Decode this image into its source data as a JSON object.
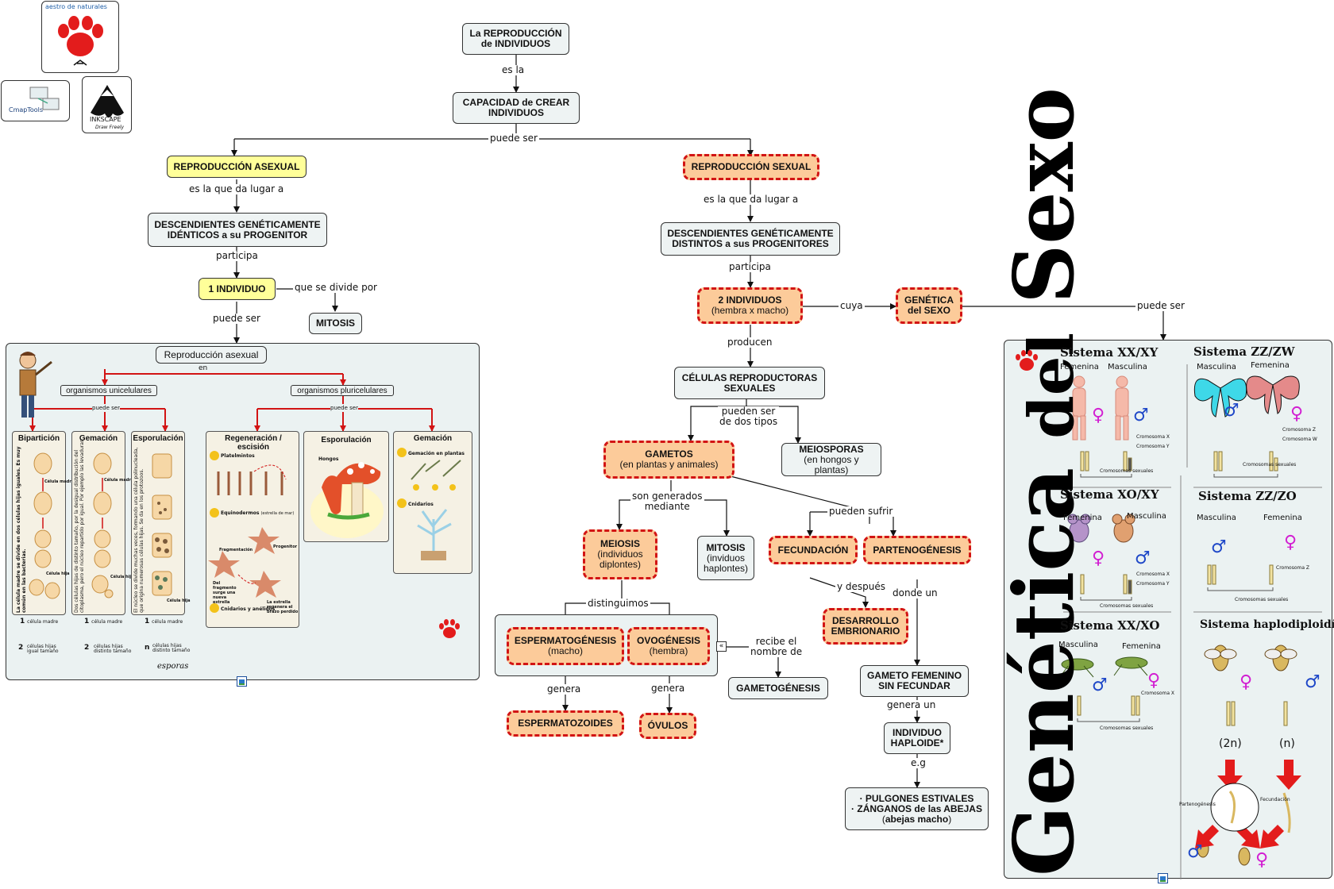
{
  "logos": {
    "maestro": {
      "text": "Maestro de naturales",
      "arc_text": "aestro de naturales"
    },
    "cmap": {
      "text": "CmapTools"
    },
    "inkscape": {
      "text": "INKSCAPE",
      "sub": "Draw Freely"
    }
  },
  "nodes": {
    "reproduccion_individuos": "La REPRODUCCIÓN de INDIVIDUOS",
    "capacidad": "CAPACIDAD de CREAR INDIVIDUOS",
    "asexual": "REPRODUCCIÓN ASEXUAL",
    "sexual": "REPRODUCCIÓN SEXUAL",
    "desc_identicos": "DESCENDIENTES GENÉTICAMENTE IDÉNTICOS a su PROGENITOR",
    "desc_distintos": "DESCENDIENTES GENÉTICAMENTE DISTINTOS a sus PROGENITORES",
    "un_individuo": "1 INDIVIDUO",
    "mitosis_asexual": "MITOSIS",
    "dos_individuos": "2 INDIVIDUOS",
    "dos_individuos_sub": "(hembra x macho)",
    "genetica_sexo": "GENÉTICA del SEXO",
    "celulas": "CÉLULAS REPRODUCTORAS SEXUALES",
    "gametos": "GAMETOS",
    "gametos_sub": "(en plantas y animales)",
    "meiosporas": "MEIOSPORAS",
    "meiosporas_sub": "(en hongos y plantas)",
    "meiosis": "MEIOSIS",
    "meiosis_sub": "(individuos diplontes)",
    "mitosis_sexual": "MITOSIS",
    "mitosis_sexual_sub": "(inviduos haplontes)",
    "fecundacion": "FECUNDACIÓN",
    "partenogenesis": "PARTENOGÉNESIS",
    "espermatogenesis": "ESPERMATOGÉNESIS",
    "espermatogenesis_sub": "(macho)",
    "ovogenesis": "OVOGÉNESIS",
    "ovogenesis_sub": "(hembra)",
    "desarrollo": "DESARROLLO EMBRIONARIO",
    "gameto_femenino": "GAMETO FEMENINO SIN FECUNDAR",
    "gametogenesis": "GAMETOGÉNESIS",
    "espermatozoides": "ESPERMATOZOIDES",
    "ovulos": "ÓVULOS",
    "haploide": "INDIVIDUO HAPLOIDE*",
    "pulgones_1": "· PULGONES ESTIVALES",
    "pulgones_2": "· ZÁNGANOS de las ABEJAS",
    "pulgones_3a": "(",
    "pulgones_3b": "abejas macho",
    "pulgones_3c": ")"
  },
  "links": {
    "es_la": "es la",
    "puede_ser": "puede ser",
    "da_lugar_a1": "es la que da lugar a",
    "da_lugar_a2": "es la que da lugar a",
    "participa1": "participa",
    "participa2": "participa",
    "se_divide": "que se divide por",
    "puede_ser2": "puede ser",
    "cuya": "cuya",
    "puede_ser3": "puede ser",
    "producen": "producen",
    "pueden_ser": "pueden ser\nde dos tipos",
    "generados": "son generados\nmediante",
    "pueden_sufrir": "pueden sufrir",
    "distinguimos": "distinguimos",
    "recibe": "recibe el\nnombre de",
    "genera1": "genera",
    "genera2": "genera",
    "despues": "y después",
    "donde": "donde un",
    "genera_un": "genera un",
    "eg": "e.g"
  },
  "asexual_panel": {
    "title": "Reproducción asexual",
    "en": "en",
    "unicelulares": "organismos unicelulares",
    "pluricelulares": "organismos pluricelulares",
    "puede_ser_a": "puede ser",
    "puede_ser_b": "puede ser",
    "biparticion": {
      "title": "Bipartición",
      "side": "La célula madre se divide en dos células hijas iguales. Es muy común en las bacterias.",
      "madre": "Célula madre",
      "hija": "Célula hija",
      "c1": "1",
      "c1t": "célula madre",
      "c2": "2",
      "c2t": "células hijas igual tamaño"
    },
    "gemacion": {
      "title": "Gemación",
      "side": "Dos células hijas de distinto tamaño, por la desigual distribución del citoplasma, pero el núcleo repartido por igual. Por ejemplo las levaduras",
      "madre": "Célula madre",
      "hija": "Célula hija",
      "c1": "1",
      "c1t": "célula madre",
      "c2": "2",
      "c2t": "células hijas distinto tamaño"
    },
    "esporulacion_u": {
      "title": "Esporulación",
      "side": "El núcleo se divide muchas veces, formando una célula polinucleada, que origina numerosas células hijas. Se da en los protozoos.",
      "hija": "Célula hija",
      "c1": "1",
      "c1t": "célula madre",
      "c2": "n",
      "c2t": "células hijas distinto tamaño",
      "esporas": "esporas"
    },
    "regeneracion": {
      "title": "Regeneración / escisión",
      "p1": "Platelmintos",
      "p2": "Equinodermos",
      "p2b": "(estrella de mar)",
      "frag": "Fragmentación",
      "prog": "Progenitor",
      "del": "Del fragmento surge una nueva estrella",
      "reg": "La estrella regenera el brazo perdido",
      "p3": "Cnidarios y anélidos"
    },
    "esporulacion_p": {
      "title": "Esporulación",
      "hongos": "Hongos"
    },
    "gemacion_p": {
      "title": "Gemación",
      "plantas": "Gemación en plantas",
      "cnidarios": "Cnidarios"
    }
  },
  "genetics_panel": {
    "big_title_1": "Genética",
    "big_title_2": "del",
    "big_title_3": "Sexo",
    "xx_xy": {
      "title": "Sistema XX/XY",
      "fem": "Femenina",
      "masc": "Masculina",
      "x": "Cromosoma X",
      "y": "Cromosoma Y",
      "sex": "Cromosomas sexuales"
    },
    "zz_zw": {
      "title": "Sistema ZZ/ZW",
      "masc": "Masculina",
      "fem": "Femenina",
      "z": "Cromosoma Z",
      "w": "Cromosoma W",
      "sex": "Cromosomas sexuales"
    },
    "xo_xy": {
      "title": "Sistema XO/XY",
      "fem": "Femenina",
      "masc": "Masculina",
      "x": "Cromosoma X",
      "y": "Cromosoma Y",
      "sex": "Cromosomas sexuales"
    },
    "zz_zo": {
      "title": "Sistema ZZ/ZO",
      "masc": "Masculina",
      "fem": "Femenina",
      "z": "Cromosoma Z",
      "sex": "Cromosomas sexuales"
    },
    "xx_xo": {
      "title": "Sistema XX/XO",
      "masc": "Masculina",
      "fem": "Femenina",
      "x": "Cromosoma X",
      "sex": "Cromosomas sexuales"
    },
    "haplo": {
      "title": "Sistema haplodiploidía",
      "n2": "(2n)",
      "n1": "(n)",
      "parte": "Partenogénesis",
      "fecund": "Fecundación"
    },
    "female_symbol": "♀",
    "male_symbol": "♂"
  },
  "colors": {
    "link": "#111111",
    "red": "#d21414",
    "orange_fill": "#fccb9a",
    "yellow_fill": "#ffff99",
    "node_fill": "#eef3f3",
    "panel_fill": "#ebf2f2",
    "female": "#d21fd2",
    "male": "#1f48c8"
  }
}
